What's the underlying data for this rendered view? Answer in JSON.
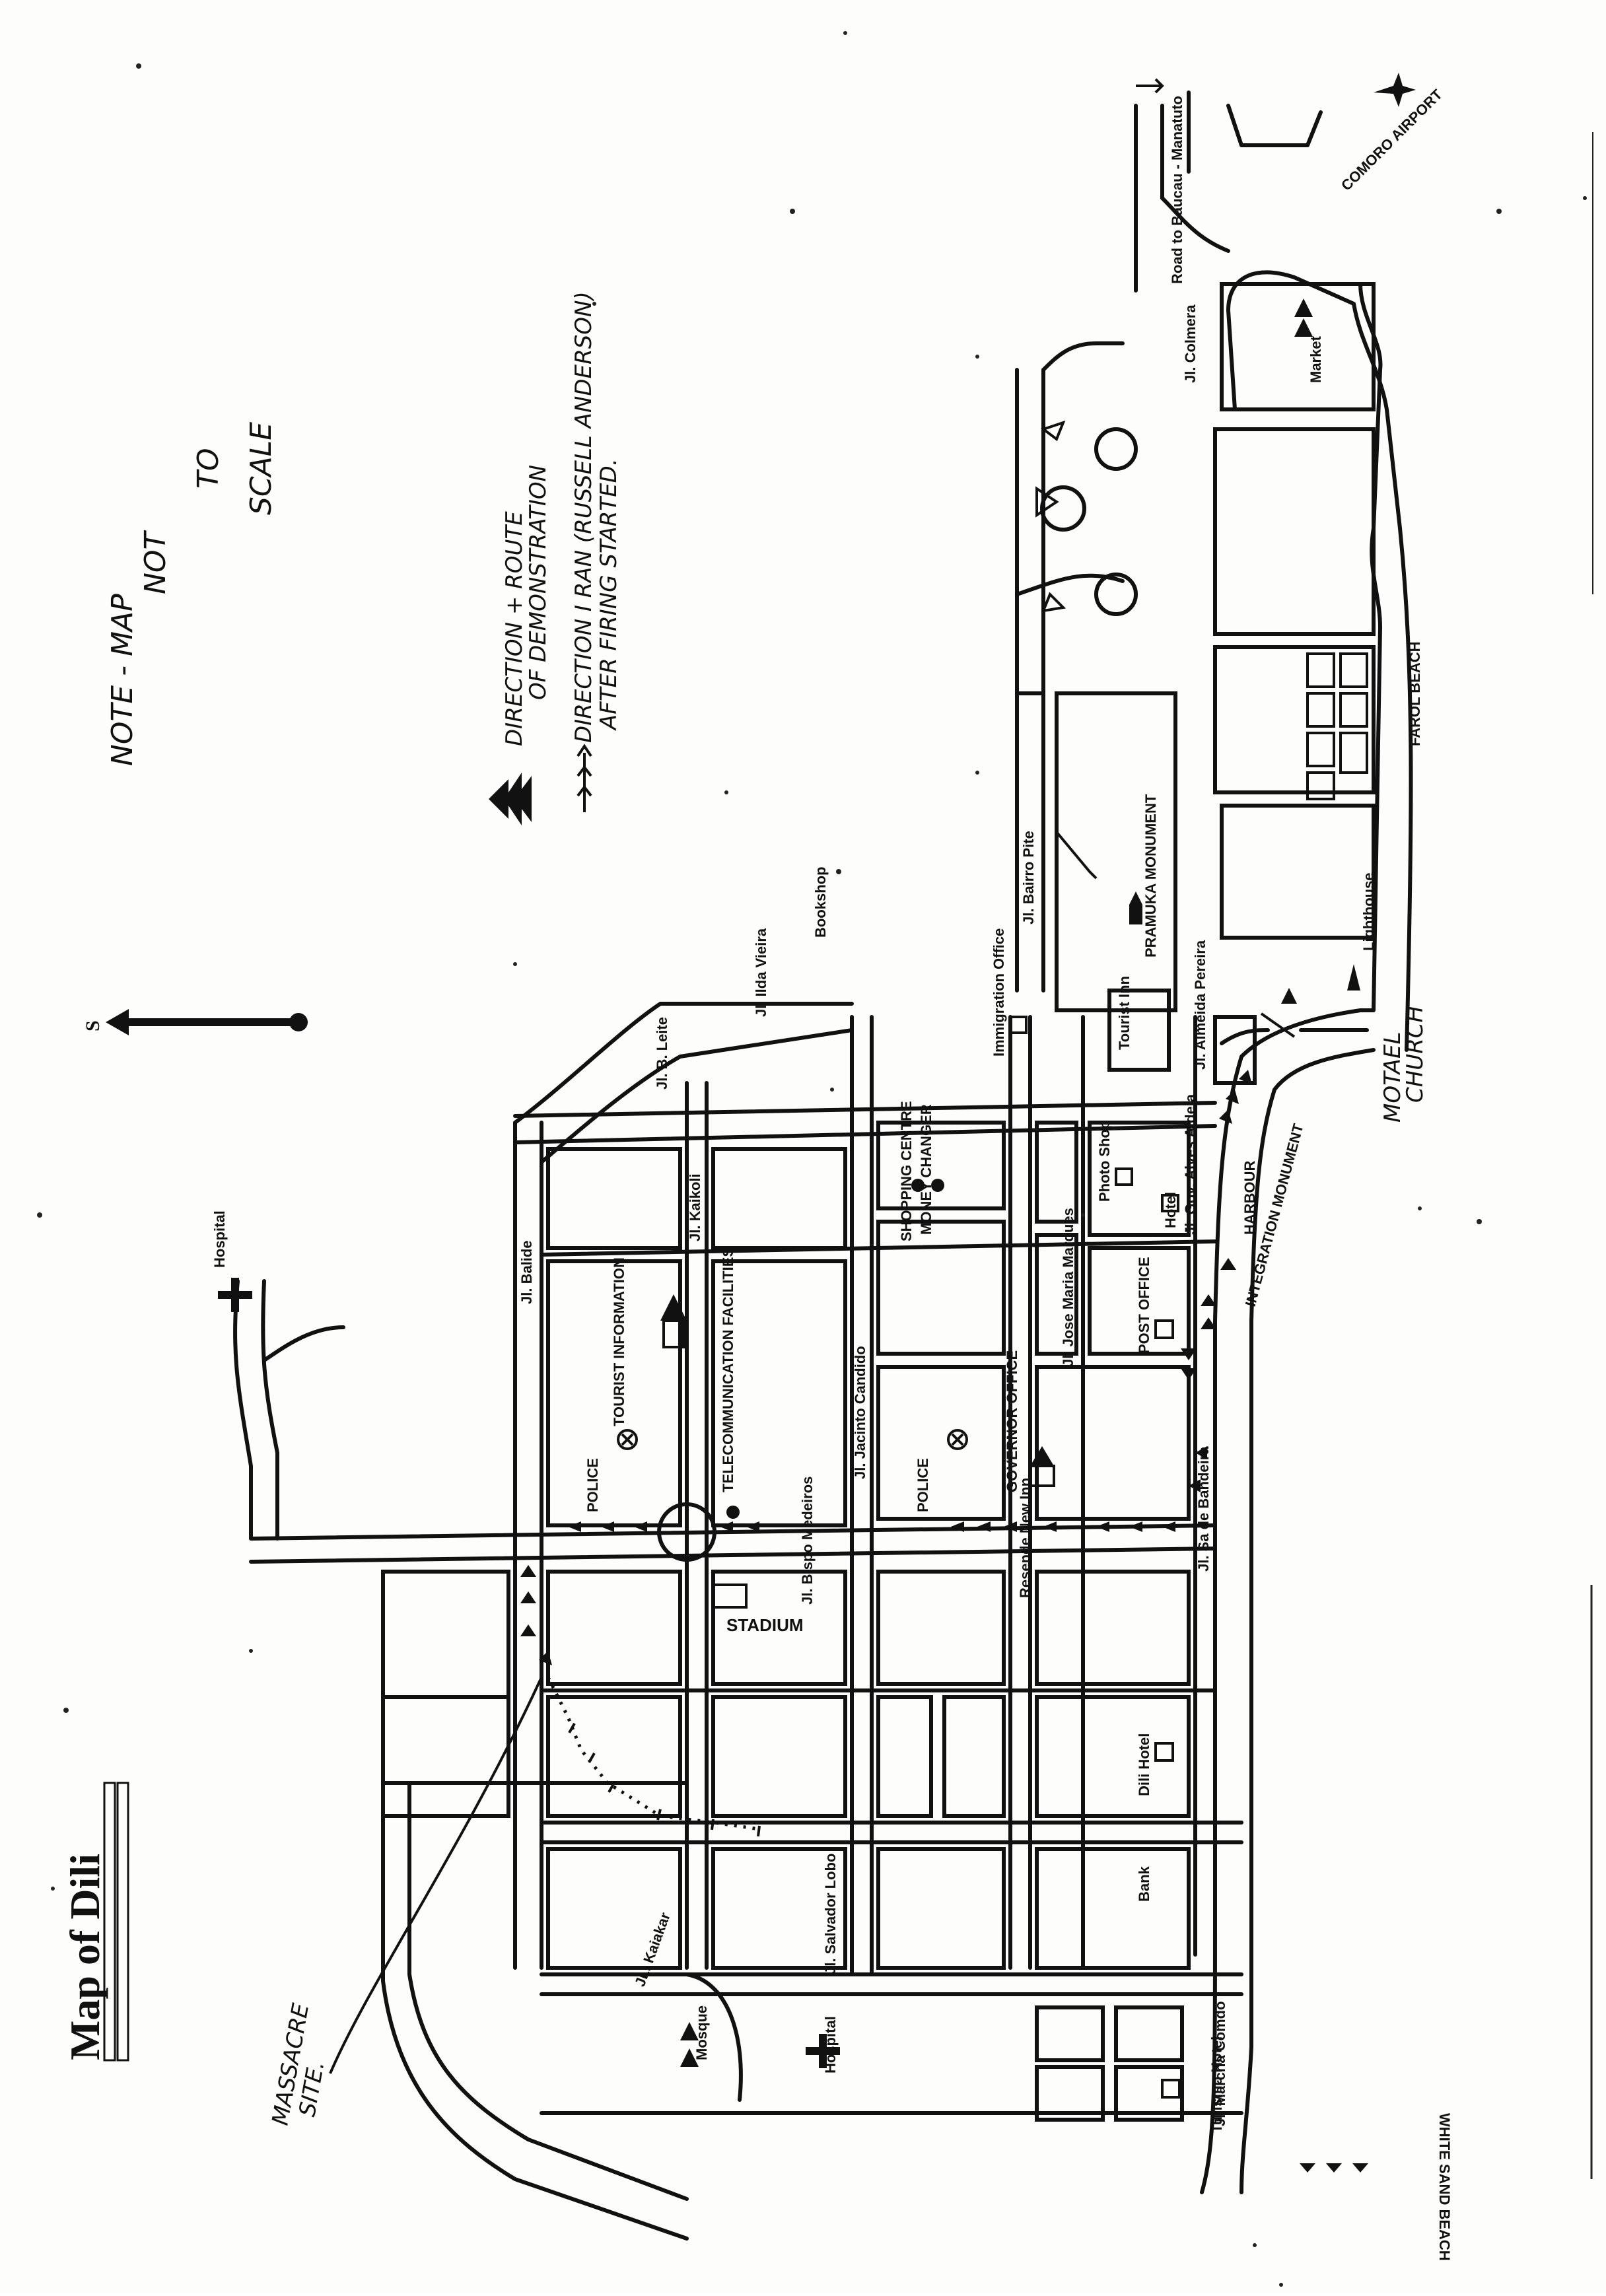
{
  "map": {
    "title": "Map of Dili",
    "note": {
      "line1": "NOTE - MAP",
      "line2": "NOT",
      "line3": "TO",
      "line4": "SCALE"
    },
    "legend": {
      "demonstration_line1": "DIRECTION + ROUTE",
      "demonstration_line2": "OF DEMONSTRATION",
      "escape_line1": "DIRECTION I RAN (RUSSELL ANDERSON)",
      "escape_line2": "AFTER FIRING STARTED."
    },
    "north_arrow": {
      "label": "S"
    },
    "handwritten": {
      "massacre_site_1": "MASSACRE",
      "massacre_site_2": "SITE.",
      "motael_1": "MOTAEL",
      "motael_2": "CHURCH"
    },
    "streets": {
      "balide": "Jl. Balide",
      "bispo_medeiros": "Jl. Bispo Medeiros",
      "jacinto_candido": "Jl. Jacinto Candido",
      "jose_maria_marques": "Jl. Jose Maria Marques",
      "gov_alves_aldeia": "Jl. Gov. Alves Aldeia",
      "sada_bandeira": "Jl. Sa de Bandeira",
      "salvador_lobo": "Jl. Salvador Lobo",
      "marcha_comdo": "Jl. Marcha Comdo",
      "kaikoli": "Jl. Kaikoli",
      "b_leite": "Jl. B. Leite",
      "ilda_vieira": "Jl. Ilda Vieira",
      "bairro_pite": "Jl. Bairro Pite",
      "almeida_pereira": "Jl. Almeida Pereira",
      "colmera": "Jl. Colmera",
      "kaiakar": "JL. Kaiakar",
      "airport_road": "Road to Baucau - Manatuto",
      "comoro_airport": "COMORO AIRPORT"
    },
    "places": {
      "tourist_information": "TOURIST INFORMATION",
      "telecom": "TELECOMMUNICATION FACILITIES",
      "police_1": "POLICE",
      "police_2": "POLICE",
      "stadium": "STADIUM",
      "governors_office": "GOVERNOR OFFICE",
      "post_office": "POST OFFICE",
      "shopping_centre": "SHOPPING CENTRE",
      "money_changer": "MONEY CHANGER",
      "photo_shop": "Photo Shop",
      "hotel": "Hotel",
      "immigration_office": "Immigration Office",
      "tourist_inn": "Tourist Inn",
      "bookshop": "Bookshop",
      "integration_monument": "INTEGRATION MONUMENT",
      "harbour": "HARBOUR",
      "dili_hotel": "Dili Hotel",
      "bank": "Bank",
      "turismo_hotel": "Turismo Hotel",
      "white_sand_beach": "WHITE SAND BEACH",
      "farol_beach": "FAROL BEACH",
      "pramuka_monument": "PRAMUKA MONUMENT",
      "lighthouse": "Lighthouse",
      "market": "Market",
      "mosque": "Mosque",
      "hospital_1": "Hospital",
      "hospital_2": "Hospital",
      "resende_inn": "Resende New Inn"
    }
  }
}
